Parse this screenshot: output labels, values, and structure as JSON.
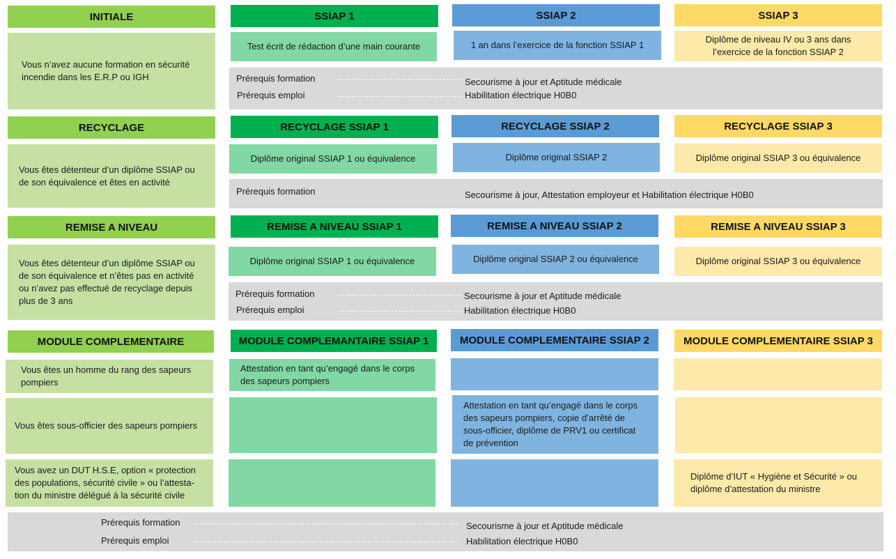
{
  "sections": {
    "initiale": {
      "left_header": "INITIALE",
      "left_text": "Vous n’avez aucune formation en sécurité incendie dans les E.R.P ou IGH",
      "headers": [
        "SSIAP 1",
        "SSIAP 2",
        "SSIAP 3"
      ],
      "cells": [
        "Test écrit de rédaction d’une main courante",
        "1 an dans l’exercice de la fonction SSIAP 1",
        "Diplôme de niveau IV ou 3 ans dans l’exercice de la fonction SSIAP 2"
      ],
      "prereq_formation_label": "Prérequis formation",
      "prereq_emploi_label": "Prérequis emploi",
      "prereq_formation_value": "Secourisme à jour et Aptitude médicale",
      "prereq_emploi_value": "Habilitation électrique H0B0"
    },
    "recyclage": {
      "left_header": "RECYCLAGE",
      "left_text": "Vous êtes détenteur d’un diplôme SSIAP ou de son équivalence et êtes en activité",
      "headers": [
        "RECYCLAGE SSIAP 1",
        "RECYCLAGE SSIAP 2",
        "RECYCLAGE SSIAP 3"
      ],
      "cells": [
        "Diplôme original SSIAP 1 ou équivalence",
        "Diplôme original SSIAP 2",
        "Diplôme original SSIAP 3 ou équivalence"
      ],
      "prereq_formation_label": "Prérequis formation",
      "prereq_formation_value": "Secourisme à jour, Attestation employeur et Habilitation électrique H0B0"
    },
    "remise": {
      "left_header": "REMISE A NIVEAU",
      "left_text": "Vous êtes détenteur d’un diplôme SSIAP ou de son équivalence et n’êtes pas en activité ou n’avez pas effectué de recyclage depuis plus de 3 ans",
      "headers": [
        "REMISE A NIVEAU SSIAP 1",
        "REMISE A NIVEAU SSIAP 2",
        "REMISE A NIVEAU SSIAP 3"
      ],
      "cells": [
        "Diplôme original SSIAP 1 ou équivalence",
        "Diplôme original SSIAP 2 ou équivalence",
        "Diplôme original SSIAP 3 ou équivalence"
      ],
      "prereq_formation_label": "Prérequis formation",
      "prereq_emploi_label": "Prérequis emploi",
      "prereq_formation_value": "Secourisme à jour et Aptitude médicale",
      "prereq_emploi_value": "Habilitation électrique H0B0"
    },
    "module": {
      "left_header": "MODULE COMPLEMENTAIRE",
      "headers": [
        "MODULE COMPLEMANTAIRE SSIAP 1",
        "MODULE COMPLEMENTAIRE SSIAP 2",
        "MODULE COMPLEMENTAIRE SSIAP 3"
      ],
      "rows": [
        {
          "left": "Vous êtes un homme du rang des sapeurs pompiers",
          "ssiap1": "Attestation en tant qu’engagé dans le corps des sapeurs pompiers",
          "ssiap2": "",
          "ssiap3": ""
        },
        {
          "left": "Vous êtes sous-officier des sapeurs pompiers",
          "ssiap1": "",
          "ssiap2": "Attestation en tant qu’engagé dans le corps des sapeurs pompiers, copie d’arrêté de sous-officier, diplôme de PRV1 ou certificat de prévention",
          "ssiap3": ""
        },
        {
          "left": "Vous avez un DUT H.S.E, option « protection des populations, sécurité civile » ou l’attesta-tion du ministre délégué à la sécurité civile",
          "ssiap1": "",
          "ssiap2": "",
          "ssiap3": "Diplôme d’IUT « Hygiène et Sécurité » ou diplôme d’attestation du ministre"
        }
      ],
      "prereq_formation_label": "Prérequis formation",
      "prereq_emploi_label": "Prérequis emploi",
      "prereq_formation_value": "Secourisme à jour et Aptitude médicale",
      "prereq_emploi_value": "Habilitation électrique H0B0"
    }
  },
  "colors": {
    "left_header": "#92d050",
    "left_body": "#c6e0a4",
    "ssiap1_header": "#00b050",
    "ssiap1_body": "#82d8a4",
    "ssiap2_header": "#5b9bd5",
    "ssiap2_body": "#7fb4e0",
    "ssiap3_header": "#ffd966",
    "ssiap3_body": "#fde9a9",
    "prereq_band": "#d9d9d9"
  }
}
